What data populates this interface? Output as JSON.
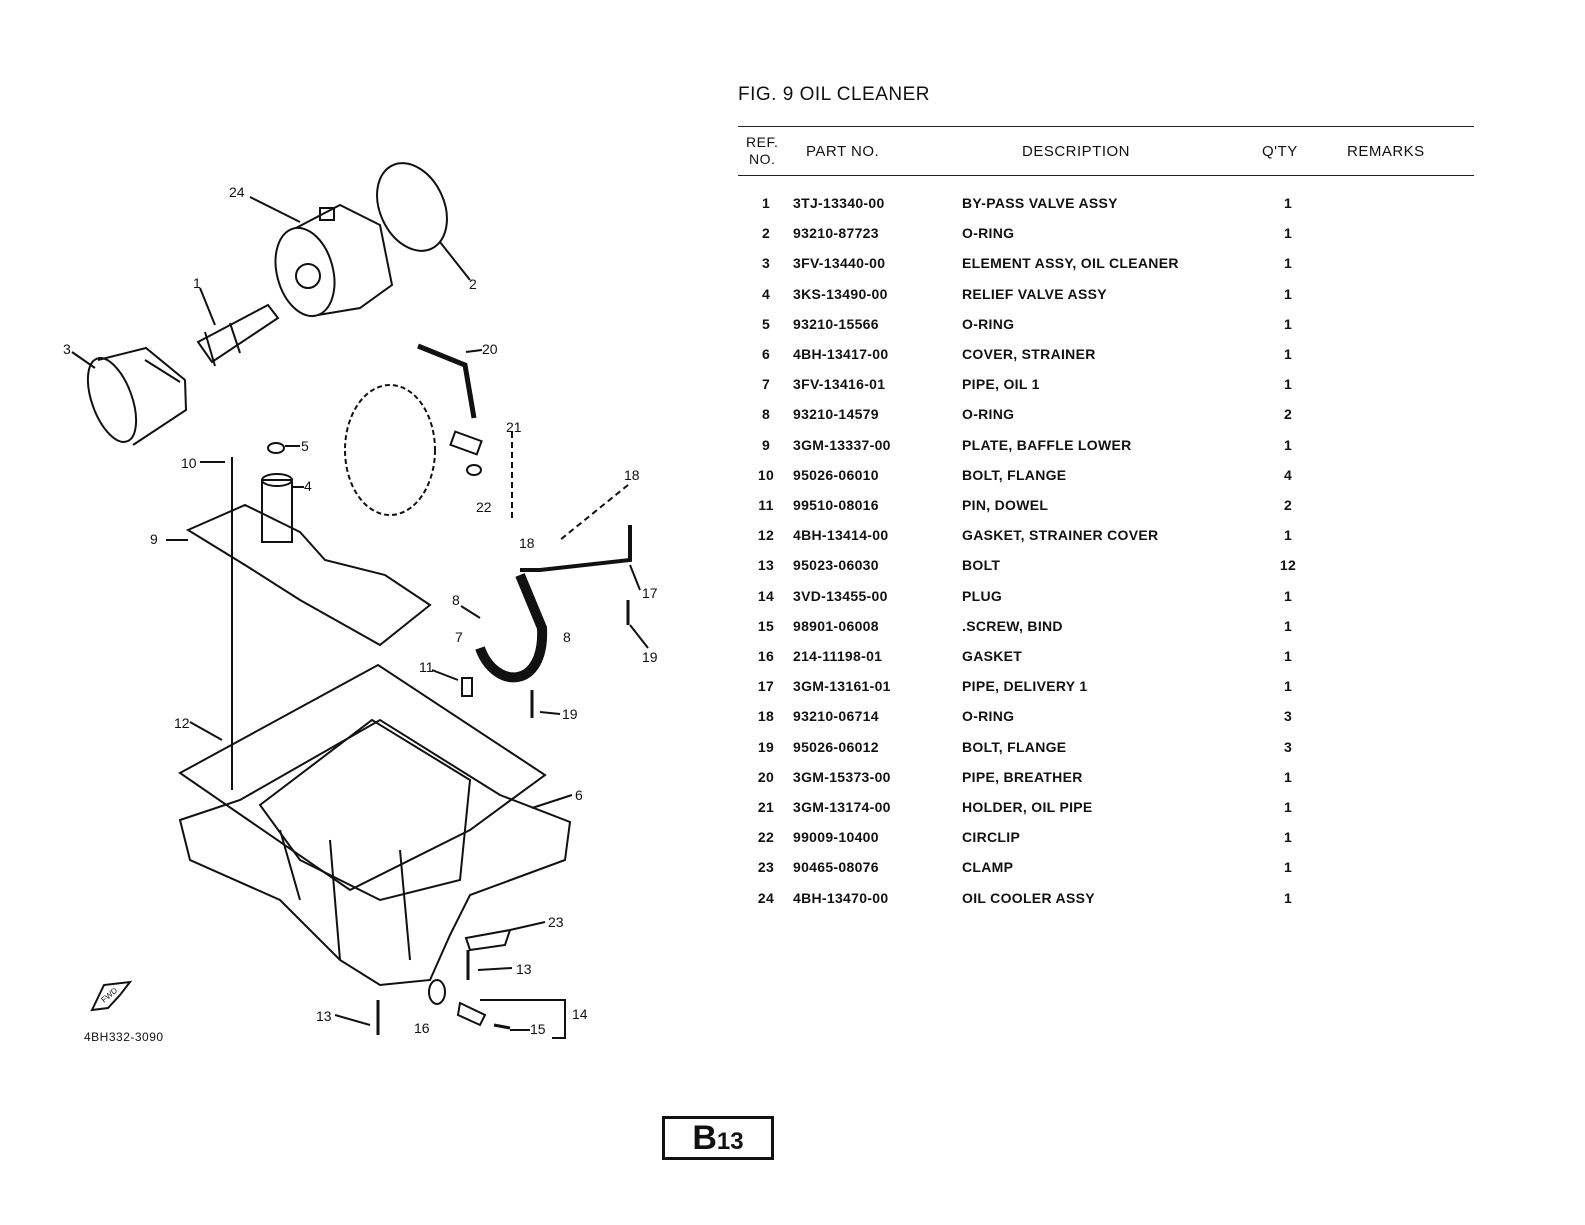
{
  "figure": {
    "title": "FIG. 9  OIL CLEANER"
  },
  "table": {
    "headers": {
      "ref_line1": "REF.",
      "ref_line2": "NO.",
      "part_no": "PART NO.",
      "description": "DESCRIPTION",
      "qty": "Q'TY",
      "remarks": "REMARKS"
    },
    "rows": [
      {
        "ref": "1",
        "part": "3TJ-13340-00",
        "desc": "BY-PASS VALVE ASSY",
        "qty": "1"
      },
      {
        "ref": "2",
        "part": "93210-87723",
        "desc": "O-RING",
        "qty": "1"
      },
      {
        "ref": "3",
        "part": "3FV-13440-00",
        "desc": "ELEMENT ASSY, OIL CLEANER",
        "qty": "1"
      },
      {
        "ref": "4",
        "part": "3KS-13490-00",
        "desc": "RELIEF VALVE ASSY",
        "qty": "1"
      },
      {
        "ref": "5",
        "part": "93210-15566",
        "desc": "O-RING",
        "qty": "1"
      },
      {
        "ref": "6",
        "part": "4BH-13417-00",
        "desc": "COVER, STRAINER",
        "qty": "1"
      },
      {
        "ref": "7",
        "part": "3FV-13416-01",
        "desc": "PIPE, OIL 1",
        "qty": "1"
      },
      {
        "ref": "8",
        "part": "93210-14579",
        "desc": "O-RING",
        "qty": "2"
      },
      {
        "ref": "9",
        "part": "3GM-13337-00",
        "desc": "PLATE, BAFFLE LOWER",
        "qty": "1"
      },
      {
        "ref": "10",
        "part": "95026-06010",
        "desc": "BOLT, FLANGE",
        "qty": "4"
      },
      {
        "ref": "11",
        "part": "99510-08016",
        "desc": "PIN, DOWEL",
        "qty": "2"
      },
      {
        "ref": "12",
        "part": "4BH-13414-00",
        "desc": "GASKET, STRAINER COVER",
        "qty": "1"
      },
      {
        "ref": "13",
        "part": "95023-06030",
        "desc": "BOLT",
        "qty": "12"
      },
      {
        "ref": "14",
        "part": "3VD-13455-00",
        "desc": "PLUG",
        "qty": "1"
      },
      {
        "ref": "15",
        "part": "98901-06008",
        "desc": ".SCREW, BIND",
        "qty": "1"
      },
      {
        "ref": "16",
        "part": "214-11198-01",
        "desc": "GASKET",
        "qty": "1"
      },
      {
        "ref": "17",
        "part": "3GM-13161-01",
        "desc": "PIPE, DELIVERY 1",
        "qty": "1"
      },
      {
        "ref": "18",
        "part": "93210-06714",
        "desc": "O-RING",
        "qty": "3"
      },
      {
        "ref": "19",
        "part": "95026-06012",
        "desc": "BOLT, FLANGE",
        "qty": "3"
      },
      {
        "ref": "20",
        "part": "3GM-15373-00",
        "desc": "PIPE, BREATHER",
        "qty": "1"
      },
      {
        "ref": "21",
        "part": "3GM-13174-00",
        "desc": "HOLDER, OIL PIPE",
        "qty": "1"
      },
      {
        "ref": "22",
        "part": "99009-10400",
        "desc": "CIRCLIP",
        "qty": "1"
      },
      {
        "ref": "23",
        "part": "90465-08076",
        "desc": "CLAMP",
        "qty": "1"
      },
      {
        "ref": "24",
        "part": "4BH-13470-00",
        "desc": "OIL COOLER ASSY",
        "qty": "1"
      }
    ]
  },
  "diagram": {
    "callouts": [
      "24",
      "2",
      "1",
      "3",
      "20",
      "21",
      "5",
      "10",
      "4",
      "18",
      "22",
      "9",
      "18",
      "17",
      "8",
      "7",
      "8",
      "19",
      "11",
      "19",
      "12",
      "6",
      "23",
      "13",
      "13",
      "16",
      "14",
      "15"
    ],
    "front_arrow_label": "FWD",
    "drawing_code": "4BH332-3090"
  },
  "page": {
    "prefix": "B",
    "number": "13"
  }
}
